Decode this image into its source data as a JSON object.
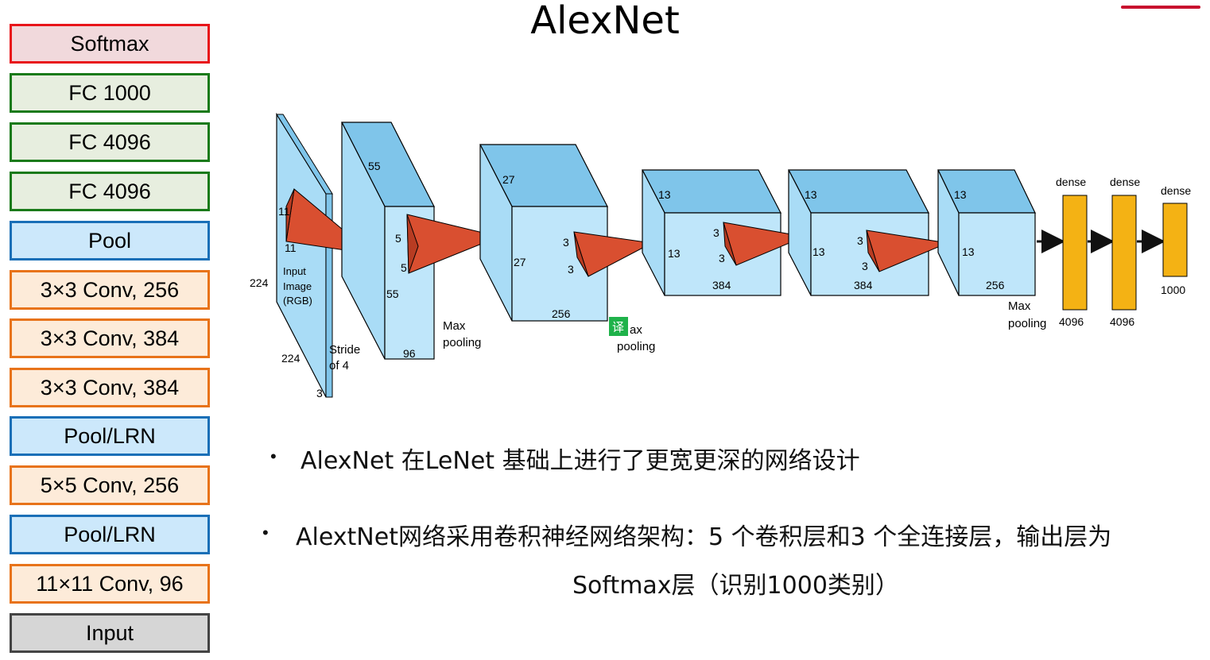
{
  "title": "AlexNet",
  "colors": {
    "softmax_border": "#e8141a",
    "softmax_fill": "#f1d9dc",
    "fc_border": "#1a7a1a",
    "fc_fill": "#e7eedf",
    "pool_border": "#1a6fb7",
    "pool_fill": "#cce8fb",
    "conv_border": "#e8731a",
    "conv_fill": "#fdebd9",
    "input_border": "#444444",
    "input_fill": "#d6d6d6",
    "cube": "#a9dcf6",
    "cube_dark": "#7fc5ea",
    "kernel": "#d94f30",
    "dense": "#f4b214"
  },
  "layers": [
    {
      "label": "Softmax",
      "kind": "softmax"
    },
    {
      "label": "FC 1000",
      "kind": "fc"
    },
    {
      "label": "FC 4096",
      "kind": "fc"
    },
    {
      "label": "FC 4096",
      "kind": "fc"
    },
    {
      "label": "Pool",
      "kind": "pool"
    },
    {
      "label": "3×3 Conv, 256",
      "kind": "conv"
    },
    {
      "label": "3×3 Conv, 384",
      "kind": "conv"
    },
    {
      "label": "3×3 Conv, 384",
      "kind": "conv"
    },
    {
      "label": "Pool/LRN",
      "kind": "pool"
    },
    {
      "label": "5×5 Conv, 256",
      "kind": "conv"
    },
    {
      "label": "Pool/LRN",
      "kind": "pool"
    },
    {
      "label": "11×11 Conv, 96",
      "kind": "conv"
    },
    {
      "label": "Input",
      "kind": "input"
    }
  ],
  "diagram": {
    "input": {
      "n11a": "11",
      "n11b": "11",
      "n224a": "224",
      "n224b": "224",
      "n3": "3",
      "label1": "Input",
      "label2": "Image",
      "label3": "(RGB)",
      "stride1": "Stride",
      "stride2": "of 4"
    },
    "conv1": {
      "n55a": "55",
      "n55b": "55",
      "n96": "96",
      "k5a": "5",
      "k5b": "5",
      "pool1": "Max",
      "pool2": "pooling"
    },
    "conv2": {
      "n27a": "27",
      "n27b": "27",
      "n256": "256",
      "k3a": "3",
      "k3b": "3",
      "badge": "译",
      "pool1": "ax",
      "pool2": "pooling"
    },
    "conv3": {
      "n13a": "13",
      "n13b": "13",
      "n384": "384",
      "k3a": "3",
      "k3b": "3"
    },
    "conv4": {
      "n13a": "13",
      "n13b": "13",
      "n384": "384",
      "k3a": "3",
      "k3b": "3"
    },
    "conv5": {
      "n13a": "13",
      "n13b": "13",
      "n256": "256",
      "pool1": "Max",
      "pool2": "pooling"
    },
    "dense": [
      {
        "label": "dense",
        "size": "4096"
      },
      {
        "label": "dense",
        "size": "4096"
      },
      {
        "label": "dense",
        "size": "1000"
      }
    ]
  },
  "bullets": [
    "AlexNet 在LeNet 基础上进行了更宽更深的网络设计",
    "AlextNet网络采用卷积神经网络架构：5 个卷积层和3 个全连接层，输出层为",
    "Softmax层（识别1000类别）"
  ],
  "bullet_mark": "•"
}
